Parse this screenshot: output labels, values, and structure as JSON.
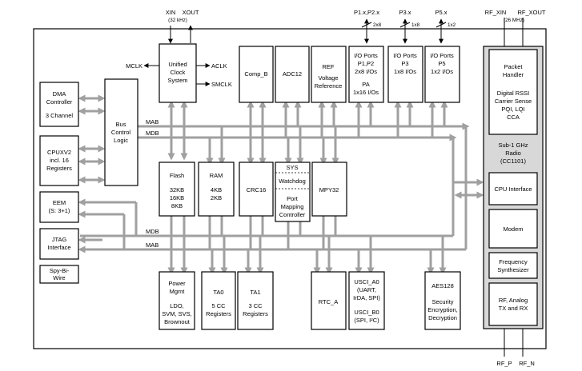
{
  "signals": {
    "xin": "XIN",
    "xout": "XOUT",
    "xtal_freq": "(32 kHz)",
    "p1x_p2x": "P1.x,P2.x",
    "p3x": "P3.x",
    "p5x": "P5.x",
    "rf_xin": "RF_XIN",
    "rf_xout": "RF_XOUT",
    "rf_freq": "(26 MHz)",
    "width_2x8": "2x8",
    "width_1x8": "1x8",
    "width_1x2": "1x2",
    "mclk": "MCLK",
    "aclk": "ACLK",
    "smclk": "SMCLK",
    "rf_p": "RF_P",
    "rf_n": "RF_N"
  },
  "buses": {
    "mab": "MAB",
    "mdb": "MDB"
  },
  "blocks": {
    "dma": {
      "l1": "DMA",
      "l2": "Controller",
      "l3": "3 Channel"
    },
    "bus_control": {
      "l1": "Bus",
      "l2": "Control",
      "l3": "Logic"
    },
    "cpu": {
      "l1": "CPUXV2",
      "l2": "incl. 16",
      "l3": "Registers"
    },
    "eem": {
      "l1": "EEM",
      "l2": "(S: 3+1)"
    },
    "jtag": {
      "l1": "JTAG",
      "l2": "Interface"
    },
    "spy": {
      "l1": "Spy-Bi-",
      "l2": "Wire"
    },
    "ucs": {
      "l1": "Unified",
      "l2": "Clock",
      "l3": "System"
    },
    "comp_b": {
      "l1": "Comp_B"
    },
    "adc12": {
      "l1": "ADC12"
    },
    "ref": {
      "l1": "REF",
      "l2": "Voltage",
      "l3": "Reference"
    },
    "io_p1p2": {
      "l1": "I/O Ports",
      "l2": "P1,P2",
      "l3": "2x8 I/Os",
      "l4": "PA",
      "l5": "1x16 I/Os"
    },
    "io_p3": {
      "l1": "I/O Ports",
      "l2": "P3",
      "l3": "1x8 I/Os"
    },
    "io_p5": {
      "l1": "I/O Ports",
      "l2": "P5",
      "l3": "1x2 I/Os"
    },
    "flash": {
      "l1": "Flash",
      "l2": "32KB",
      "l3": "16KB",
      "l4": "8KB"
    },
    "ram": {
      "l1": "RAM",
      "l2": "4KB",
      "l3": "2KB"
    },
    "crc16": {
      "l1": "CRC16"
    },
    "sys": {
      "l1": "SYS",
      "l2": "Watchdog",
      "l3": "Port",
      "l4": "Mapping",
      "l5": "Controller"
    },
    "mpy32": {
      "l1": "MPY32"
    },
    "pmm": {
      "l1": "Power",
      "l2": "Mgmt",
      "l3": "LDO,",
      "l4": "SVM, SVS,",
      "l5": "Brownout"
    },
    "ta0": {
      "l1": "TA0",
      "l2": "5 CC",
      "l3": "Registers"
    },
    "ta1": {
      "l1": "TA1",
      "l2": "3 CC",
      "l3": "Registers"
    },
    "rtc": {
      "l1": "RTC_A"
    },
    "usci": {
      "l1": "USCI_A0",
      "l2": "(UART,",
      "l3": "IrDA, SPI)",
      "l4": "USCI_B0",
      "l5": "(SPI, I²C)"
    },
    "aes": {
      "l1": "AES128",
      "l2": "Security",
      "l3": "Encryption,",
      "l4": "Decryption"
    },
    "radio": {
      "packet_handler": {
        "l1": "Packet",
        "l2": "Handler"
      },
      "features": {
        "l1": "Digital RSSI",
        "l2": "Carrier Sense",
        "l3": "PQI, LQI",
        "l4": "CCA"
      },
      "title": {
        "l1": "Sub-1 GHz",
        "l2": "Radio",
        "l3": "(CC1101)"
      },
      "cpu_interface": "CPU Interface",
      "modem": "Modem",
      "freq_synth": {
        "l1": "Frequency",
        "l2": "Synthesizer"
      },
      "rf_analog": {
        "l1": "RF, Analog",
        "l2": "TX and RX"
      }
    }
  }
}
